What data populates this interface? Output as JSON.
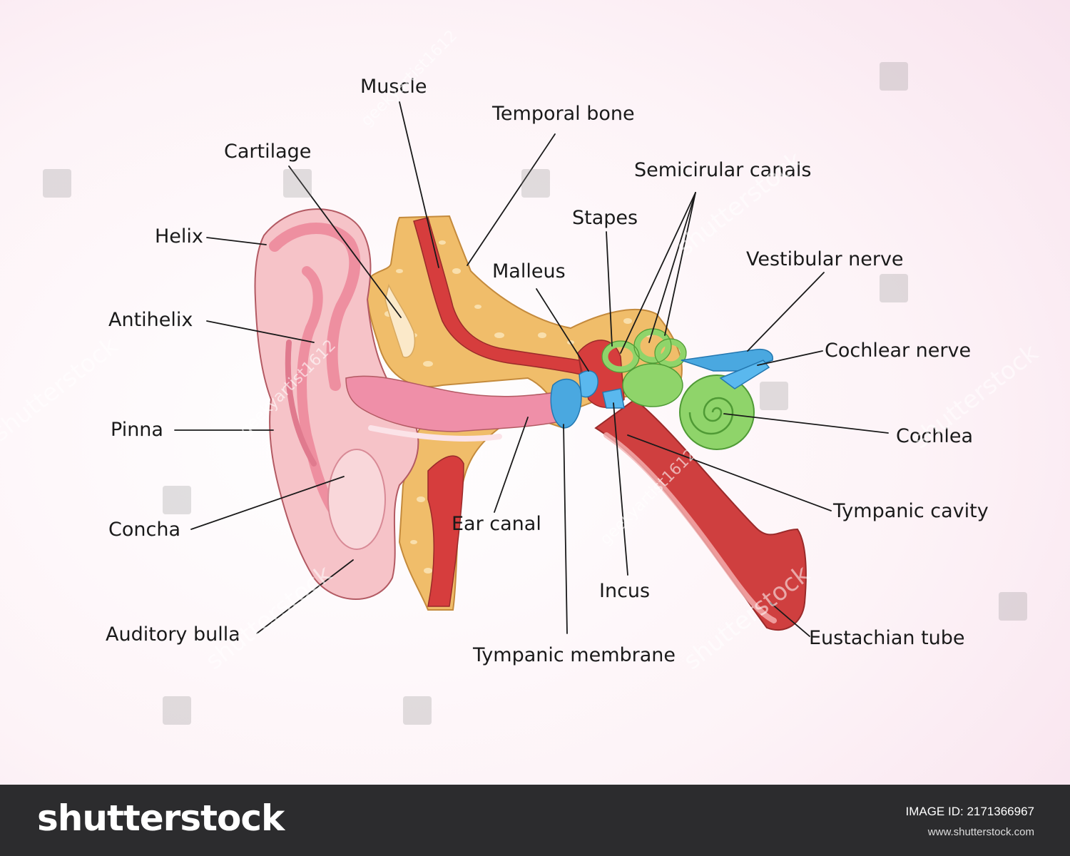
{
  "labels": {
    "muscle": "Muscle",
    "temporal_bone": "Temporal bone",
    "cartilage": "Cartilage",
    "semicircular_canals": "Semicirular canals",
    "stapes": "Stapes",
    "helix": "Helix",
    "vestibular_nerve": "Vestibular nerve",
    "malleus": "Malleus",
    "antihelix": "Antihelix",
    "cochlear_nerve": "Cochlear nerve",
    "pinna": "Pinna",
    "cochlea": "Cochlea",
    "tympanic_cavity": "Tympanic cavity",
    "ear_canal": "Ear canal",
    "concha": "Concha",
    "incus": "Incus",
    "auditory_bulla": "Auditory bulla",
    "eustachian_tube": "Eustachian tube",
    "tympanic_membrane": "Tympanic membrane"
  },
  "watermarks": {
    "site": "shutterstock",
    "artist": "geekyartist1612"
  },
  "footer": {
    "logo": "shutterstock",
    "image_id": "IMAGE ID: 2171366967",
    "site": "www.shutterstock.com"
  },
  "colors": {
    "background_top": "#fbe9f1",
    "background_bottom": "#fdf5f8",
    "skin_pink": "#f6c3c8",
    "ear_fold": "#ee8fa0",
    "bone_yellow": "#f0bd6a",
    "muscle_red": "#d63d3d",
    "ossicle_blue": "#4aa8e0",
    "inner_ear_green": "#8fd46a",
    "footer_bg": "#2c2c2e"
  }
}
